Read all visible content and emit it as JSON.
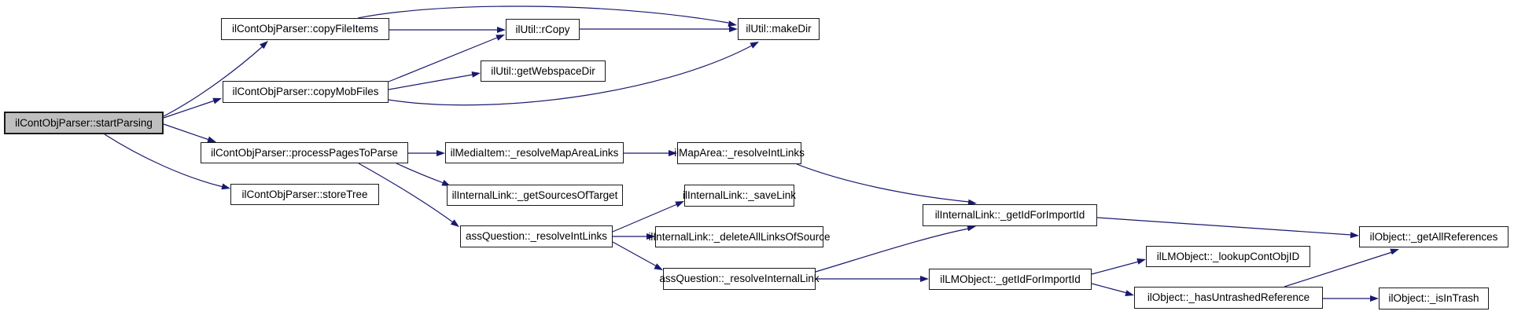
{
  "diagram": {
    "type": "call-graph",
    "highlighted_node": "startParsing",
    "nodes": [
      {
        "id": "startParsing",
        "label": "ilContObjParser::startParsing"
      },
      {
        "id": "copyFileItems",
        "label": "ilContObjParser::copyFileItems"
      },
      {
        "id": "rCopy",
        "label": "ilUtil::rCopy"
      },
      {
        "id": "makeDir",
        "label": "ilUtil::makeDir"
      },
      {
        "id": "getWebspaceDir",
        "label": "ilUtil::getWebspaceDir"
      },
      {
        "id": "copyMobFiles",
        "label": "ilContObjParser::copyMobFiles"
      },
      {
        "id": "processPagesToParse",
        "label": "ilContObjParser::processPagesToParse"
      },
      {
        "id": "storeTree",
        "label": "ilContObjParser::storeTree"
      },
      {
        "id": "resolveMapAreaLinks",
        "label": "ilMediaItem::_resolveMapAreaLinks"
      },
      {
        "id": "getSourcesOfTarget",
        "label": "ilInternalLink::_getSourcesOfTarget"
      },
      {
        "id": "mapAreaResolveIntLinks",
        "label": "ilMapArea::_resolveIntLinks"
      },
      {
        "id": "saveLink",
        "label": "ilInternalLink::_saveLink"
      },
      {
        "id": "assQResolveIntLinks",
        "label": "assQuestion::_resolveIntLinks"
      },
      {
        "id": "deleteAllLinksOfSource",
        "label": "ilInternalLink::_deleteAllLinksOfSource"
      },
      {
        "id": "assQResolveInternalLink",
        "label": "assQuestion::_resolveInternalLink"
      },
      {
        "id": "ilGetIdForImportId",
        "label": "ilInternalLink::_getIdForImportId"
      },
      {
        "id": "lmGetIdForImportId",
        "label": "ilLMObject::_getIdForImportId"
      },
      {
        "id": "lookupContObjID",
        "label": "ilLMObject::_lookupContObjID"
      },
      {
        "id": "hasUntrashedReference",
        "label": "ilObject::_hasUntrashedReference"
      },
      {
        "id": "getAllReferences",
        "label": "ilObject::_getAllReferences"
      },
      {
        "id": "isInTrash",
        "label": "ilObject::_isInTrash"
      }
    ],
    "edges": [
      {
        "from": "startParsing",
        "to": "copyFileItems"
      },
      {
        "from": "startParsing",
        "to": "copyMobFiles"
      },
      {
        "from": "startParsing",
        "to": "processPagesToParse"
      },
      {
        "from": "startParsing",
        "to": "storeTree"
      },
      {
        "from": "copyFileItems",
        "to": "rCopy"
      },
      {
        "from": "copyFileItems",
        "to": "makeDir"
      },
      {
        "from": "rCopy",
        "to": "makeDir"
      },
      {
        "from": "copyMobFiles",
        "to": "rCopy"
      },
      {
        "from": "copyMobFiles",
        "to": "getWebspaceDir"
      },
      {
        "from": "copyMobFiles",
        "to": "makeDir"
      },
      {
        "from": "processPagesToParse",
        "to": "resolveMapAreaLinks"
      },
      {
        "from": "processPagesToParse",
        "to": "getSourcesOfTarget"
      },
      {
        "from": "processPagesToParse",
        "to": "assQResolveIntLinks"
      },
      {
        "from": "resolveMapAreaLinks",
        "to": "mapAreaResolveIntLinks"
      },
      {
        "from": "mapAreaResolveIntLinks",
        "to": "ilGetIdForImportId"
      },
      {
        "from": "assQResolveIntLinks",
        "to": "saveLink"
      },
      {
        "from": "assQResolveIntLinks",
        "to": "deleteAllLinksOfSource"
      },
      {
        "from": "assQResolveIntLinks",
        "to": "assQResolveInternalLink"
      },
      {
        "from": "assQResolveInternalLink",
        "to": "ilGetIdForImportId"
      },
      {
        "from": "assQResolveInternalLink",
        "to": "lmGetIdForImportId"
      },
      {
        "from": "ilGetIdForImportId",
        "to": "getAllReferences"
      },
      {
        "from": "lmGetIdForImportId",
        "to": "lookupContObjID"
      },
      {
        "from": "lmGetIdForImportId",
        "to": "hasUntrashedReference"
      },
      {
        "from": "hasUntrashedReference",
        "to": "getAllReferences"
      },
      {
        "from": "hasUntrashedReference",
        "to": "isInTrash"
      }
    ]
  },
  "colors": {
    "edge": "#191970",
    "node_border": "#1a1a1a",
    "node_fill": "#ffffff",
    "highlight_fill": "#bfbfbf",
    "text": "#000000",
    "background": "#ffffff"
  }
}
